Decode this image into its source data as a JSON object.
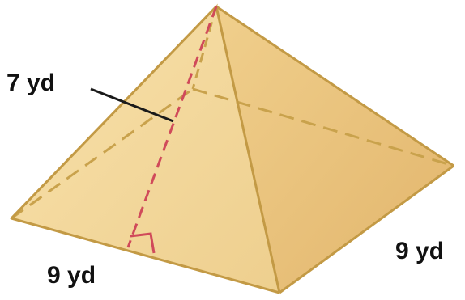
{
  "labels": {
    "slant_height": "7 yd",
    "base_front": "9 yd",
    "base_side": "9 yd"
  },
  "colors": {
    "face_light": "#f7dea4",
    "face_mid": "#ecc985",
    "face_dark": "#e2b46a",
    "edge": "#c8a04a",
    "hidden_edge": "#c8a04a",
    "slant_line": "#d04a5a",
    "leader": "#1a1a1a"
  }
}
